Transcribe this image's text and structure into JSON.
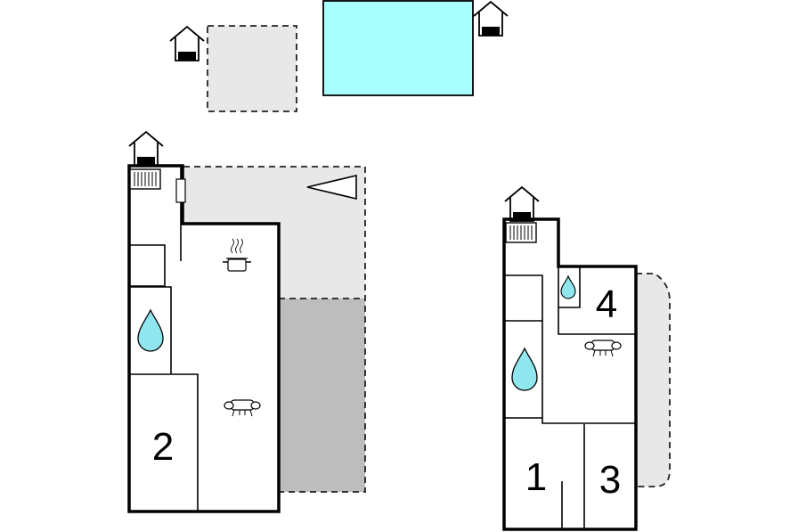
{
  "colors": {
    "pool": "#aaffff",
    "terrace_light": "#e8e8e8",
    "terrace_dark": "#bdbdbd",
    "water_drop": "#8fe6ee",
    "wall": "#000000",
    "background": "#ffffff"
  },
  "rooms": [
    {
      "id": "room-2",
      "label": "2"
    },
    {
      "id": "room-1",
      "label": "1"
    },
    {
      "id": "room-3",
      "label": "3"
    },
    {
      "id": "room-4",
      "label": "4"
    }
  ],
  "icons": [
    "entrance-icon",
    "radiator-icon",
    "kitchen-pot-icon",
    "sofa-icon",
    "water-drop-icon",
    "direction-arrow-icon"
  ]
}
